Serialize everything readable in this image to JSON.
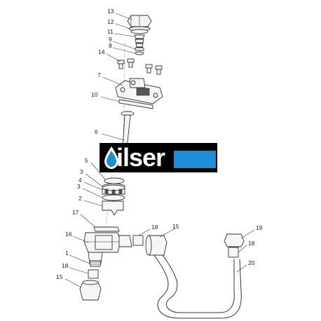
{
  "figure": {
    "part_numbers": {
      "p13": "13",
      "p12": "12",
      "p11": "11",
      "p9": "9",
      "p8": "8",
      "p14": "14",
      "p7": "7",
      "p10": "10",
      "p6": "6",
      "p5": "5",
      "p3a": "3",
      "p4": "4",
      "p3b": "3",
      "p2": "2",
      "p17": "17",
      "p16": "16",
      "p18a": "18",
      "p15a": "15",
      "p1": "1",
      "p18b": "18",
      "p15b": "15",
      "p19": "19",
      "p18c": "18",
      "p20": "20"
    }
  },
  "logo": {
    "text": "ilser",
    "colors": {
      "background": "#000000",
      "text": "#ffffff",
      "accent": "#1e8fd6"
    }
  }
}
